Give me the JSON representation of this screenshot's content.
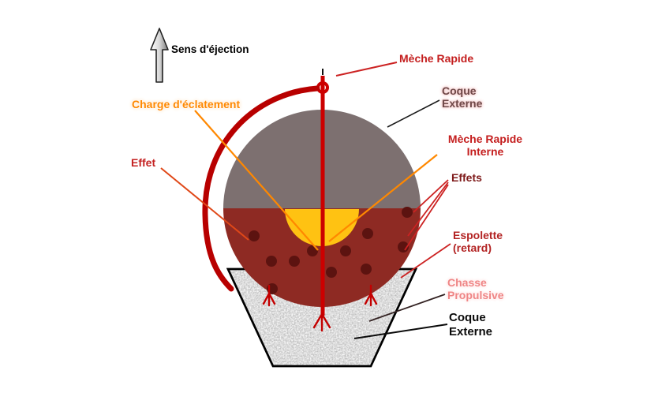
{
  "labels": {
    "sens_ejection": "Sens d'éjection",
    "meche_rapide": "Mèche Rapide",
    "coque_externe_top": "Coque\nExterne",
    "charge_eclatement": "Charge d'éclatement",
    "meche_rapide_interne": "Mèche Rapide\nInterne",
    "effet": "Effet",
    "effets": "Effets",
    "espolette_retard": "Espolette\n(retard)",
    "chasse_propulsive": "Chasse\nPropulsive",
    "coque_externe_bottom": "Coque\nExterne"
  },
  "colors": {
    "shell_top_gray": "#7d7070",
    "shell_bottom_maroon": "#8e2a23",
    "burst_core_yellow": "#ffc212",
    "star_dot": "#5c1310",
    "fuse_red": "#cc0000",
    "side_fuse_red": "#b80000",
    "spark_red": "#c40000",
    "label_red": "#c41e1e",
    "label_orange": "#ff8800",
    "label_dark_maroon": "#7e1a1a",
    "label_pink": "#ef8585",
    "cup_outline": "#000000"
  },
  "icons": {
    "ejection_arrow": "up-arrow"
  }
}
